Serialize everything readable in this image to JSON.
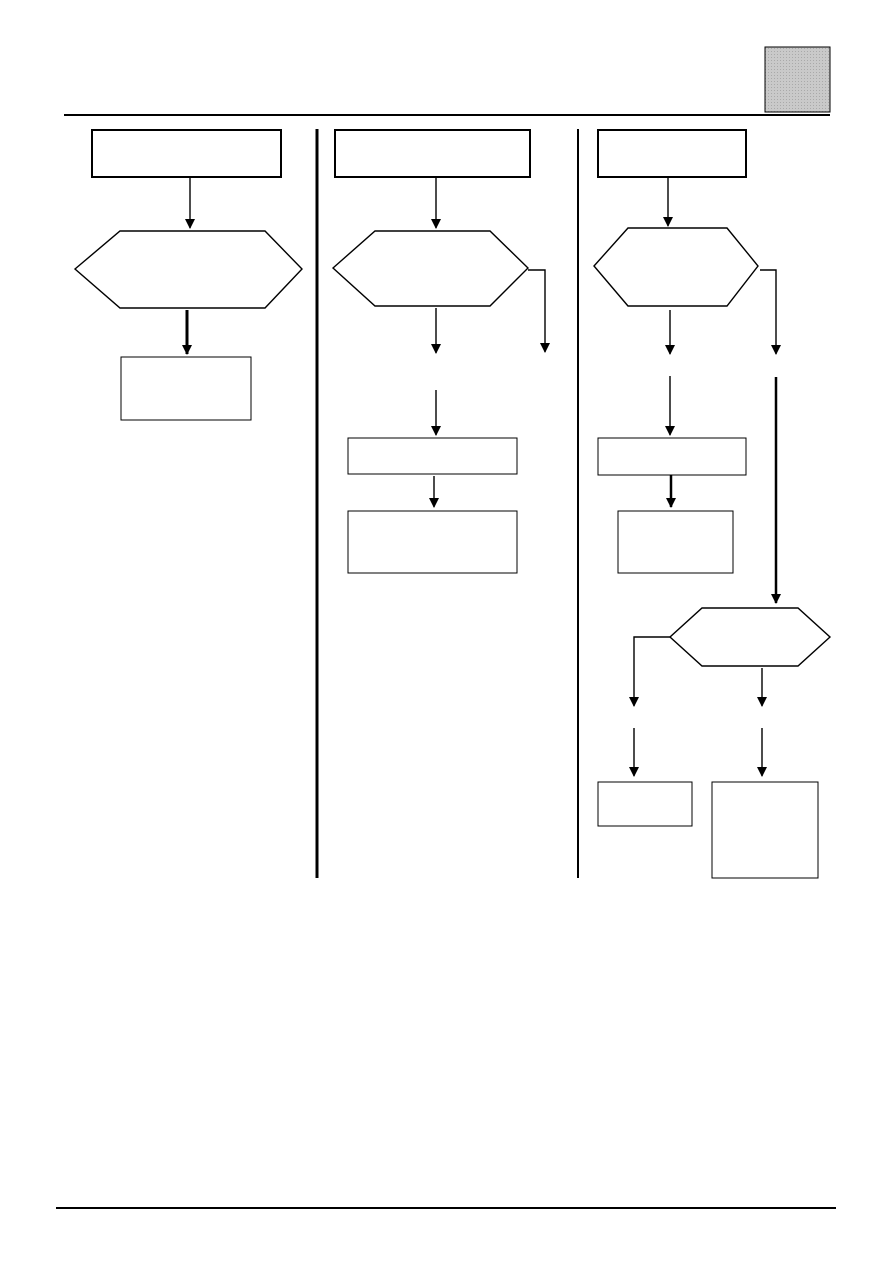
{
  "colors": {
    "line": "#000000",
    "background": "#ffffff",
    "corner_tab_fill": "#c8c8c8",
    "corner_tab_dots": "#a8a8a8"
  },
  "diagram": {
    "columns": [
      {
        "name": "left",
        "nodes": [
          {
            "id": "left-top-box",
            "shape": "rectangle",
            "text": ""
          },
          {
            "id": "left-decision",
            "shape": "hexagon",
            "text": ""
          },
          {
            "id": "left-result-box",
            "shape": "rectangle",
            "text": ""
          }
        ]
      },
      {
        "name": "middle",
        "nodes": [
          {
            "id": "middle-top-box",
            "shape": "rectangle",
            "text": ""
          },
          {
            "id": "middle-decision",
            "shape": "hexagon",
            "text": ""
          },
          {
            "id": "middle-step-box",
            "shape": "rectangle",
            "text": ""
          },
          {
            "id": "middle-result-box",
            "shape": "rectangle",
            "text": ""
          }
        ]
      },
      {
        "name": "right",
        "nodes": [
          {
            "id": "right-top-box",
            "shape": "rectangle",
            "text": ""
          },
          {
            "id": "right-decision",
            "shape": "hexagon",
            "text": ""
          },
          {
            "id": "right-step-box",
            "shape": "rectangle",
            "text": ""
          },
          {
            "id": "right-result-box",
            "shape": "rectangle",
            "text": ""
          },
          {
            "id": "right-second-decision",
            "shape": "hexagon",
            "text": ""
          },
          {
            "id": "right-small-box",
            "shape": "rectangle",
            "text": ""
          },
          {
            "id": "right-tall-box",
            "shape": "rectangle",
            "text": ""
          }
        ]
      }
    ]
  }
}
